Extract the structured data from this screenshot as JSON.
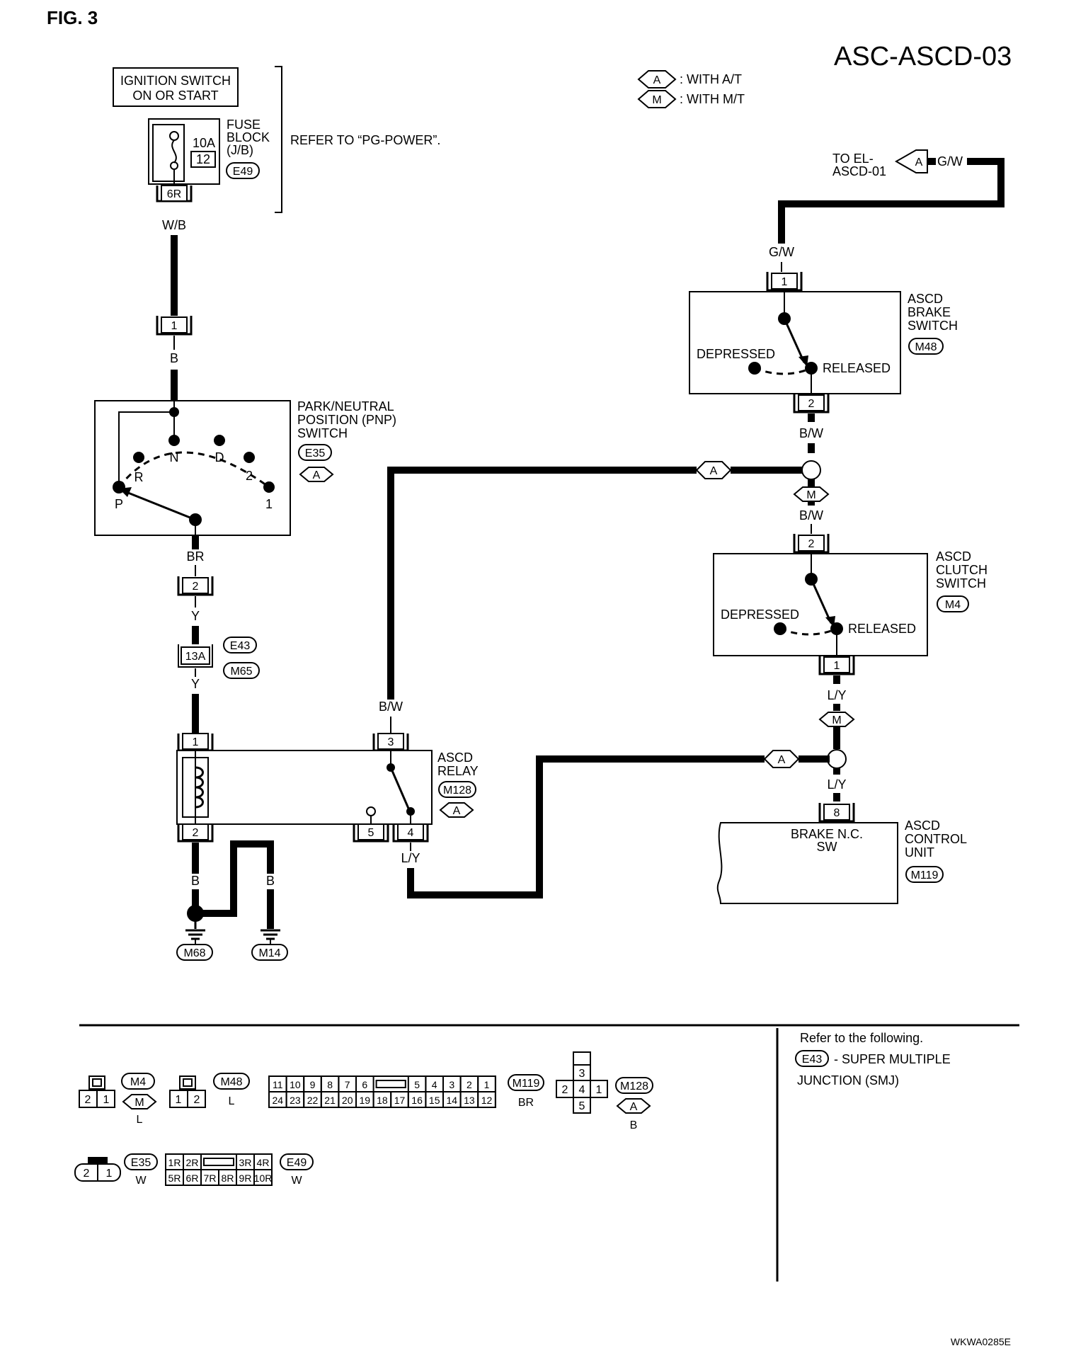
{
  "header": {
    "fig_label": "FIG. 3",
    "diagram_id": "ASC-ASCD-03",
    "image_code": "WKWA0285E"
  },
  "legend": {
    "a_symbol": "A",
    "a_text": ": WITH A/T",
    "m_symbol": "M",
    "m_text": ": WITH M/T"
  },
  "power": {
    "ignition_line1": "IGNITION SWITCH",
    "ignition_line2": "ON OR START",
    "fuse_rating": "10A",
    "fuse_number": "12",
    "fuse_block_line1": "FUSE",
    "fuse_block_line2": "BLOCK",
    "fuse_block_line3": "(J/B)",
    "fuse_block_connector": "E49",
    "fuse_terminal": "6R",
    "refer_text": "REFER TO “PG-POWER”.",
    "wire_wb": "W/B"
  },
  "pnp": {
    "input_terminal": "1",
    "wire_b": "B",
    "name_line1": "PARK/NEUTRAL",
    "name_line2": "POSITION (PNP)",
    "name_line3": "SWITCH",
    "connector": "E35",
    "variant": "A",
    "positions": [
      "P",
      "R",
      "N",
      "D",
      "2",
      "1"
    ],
    "output_wire": "BR",
    "output_terminal": "2",
    "wire_y": "Y",
    "junction_terminal": "13A",
    "junction_connector1": "E43",
    "junction_connector2": "M65",
    "wire_y2": "Y"
  },
  "relay": {
    "name_line1": "ASCD",
    "name_line2": "RELAY",
    "connector": "M128",
    "variant": "A",
    "terminal_1": "1",
    "terminal_2": "2",
    "terminal_3": "3",
    "terminal_4": "4",
    "terminal_5": "5",
    "wire_bw": "B/W",
    "wire_ly": "L/Y"
  },
  "grounds": {
    "wire_b1": "B",
    "wire_b2": "B",
    "wire_b3": "B",
    "ground1": "M68",
    "ground2": "M14"
  },
  "external": {
    "to_line1": "TO EL-",
    "to_line2": "ASCD-01",
    "arrow_label": "A",
    "wire_gw": "G/W"
  },
  "brake_switch": {
    "wire_gw": "G/W",
    "terminal_1": "1",
    "terminal_2": "2",
    "name_line1": "ASCD",
    "name_line2": "BRAKE",
    "name_line3": "SWITCH",
    "connector": "M48",
    "depressed": "DEPRESSED",
    "released": "RELEASED",
    "wire_bw": "B/W",
    "branch_a": "A",
    "branch_m": "M",
    "wire_bw2": "B/W"
  },
  "clutch_switch": {
    "terminal_2": "2",
    "terminal_1": "1",
    "name_line1": "ASCD",
    "name_line2": "CLUTCH",
    "name_line3": "SWITCH",
    "connector": "M4",
    "depressed": "DEPRESSED",
    "released": "RELEASED",
    "wire_ly": "L/Y",
    "branch_m": "M",
    "branch_a": "A",
    "wire_ly2": "L/Y"
  },
  "control_unit": {
    "terminal": "8",
    "input_line1": "BRAKE N.C.",
    "input_line2": "SW",
    "name_line1": "ASCD",
    "name_line2": "CONTROL",
    "name_line3": "UNIT",
    "connector": "M119"
  },
  "connectors": {
    "m4": {
      "pins": [
        "2",
        "1"
      ],
      "id": "M4",
      "variant": "M",
      "color": "L"
    },
    "m48": {
      "pins": [
        "1",
        "2"
      ],
      "id": "M48",
      "color": "L"
    },
    "m119": {
      "top": [
        "11",
        "10",
        "9",
        "8",
        "7",
        "6",
        "5",
        "4",
        "3",
        "2",
        "1"
      ],
      "bottom": [
        "24",
        "23",
        "22",
        "21",
        "20",
        "19",
        "18",
        "17",
        "16",
        "15",
        "14",
        "13",
        "12"
      ],
      "id": "M119",
      "color": "BR"
    },
    "m128": {
      "pins": [
        "3",
        "2",
        "4",
        "1",
        "5"
      ],
      "id": "M128",
      "variant": "A",
      "color": "B"
    },
    "e35": {
      "pins": [
        "2",
        "1"
      ],
      "id": "E35",
      "color": "W"
    },
    "e49": {
      "top": [
        "1R",
        "2R",
        "3R",
        "4R"
      ],
      "bottom": [
        "5R",
        "6R",
        "7R",
        "8R",
        "9R",
        "10R"
      ],
      "id": "E49",
      "color": "W"
    }
  },
  "reference": {
    "intro": "Refer to the following.",
    "connector": "E43",
    "line1": "- SUPER MULTIPLE",
    "line2": "JUNCTION (SMJ)"
  }
}
